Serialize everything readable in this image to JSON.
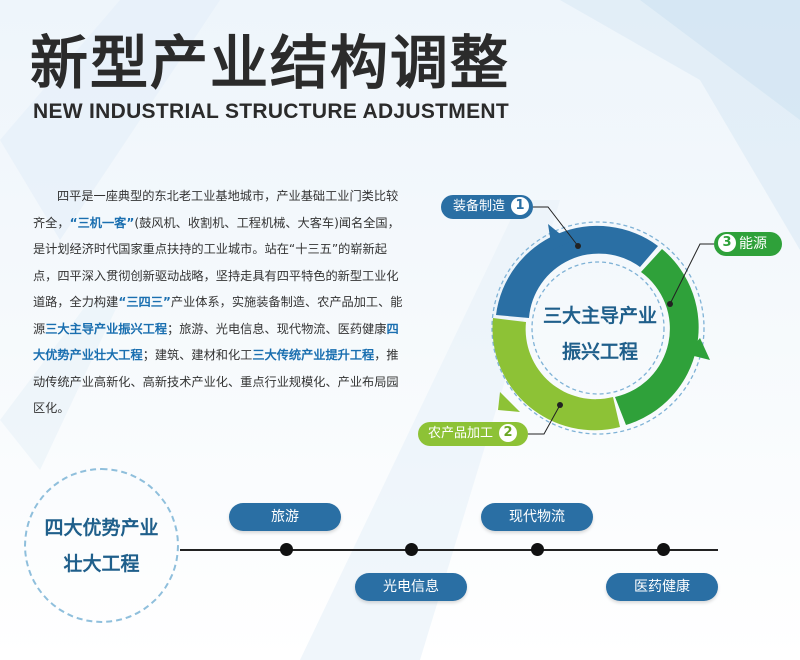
{
  "header": {
    "title_cn": "新型产业结构调整",
    "title_en": "NEW INDUSTRIAL STRUCTURE ADJUSTMENT"
  },
  "paragraph": {
    "p1": "四平是一座典型的东北老工业基地城市，产业基础工业门类比较齐全，",
    "h1": "“三机一客”",
    "p2": "(鼓风机、收割机、工程机械、大客车)闻名全国，是计划经济时代国家重点扶持的工业城市。站在“十三五”的崭新起点，四平深入贯彻创新驱动战略，坚持走具有四平特色的新型工业化道路，全力构建",
    "h2": "“三四三”",
    "p3": "产业体系，实施装备制造、农产品加工、能源",
    "h3": "三大主导产业振兴工程",
    "p4": "；旅游、光电信息、现代物流、医药健康",
    "h4": "四大优势产业壮大工程",
    "p5": "；建筑、建材和化工",
    "h5": "三大传统产业提升工程",
    "p6": "，推动传统产业高新化、高新技术产业化、重点行业规模化、产业布局园区化。"
  },
  "cycle": {
    "center_line1": "三大主导产业",
    "center_line2": "振兴工程",
    "items": [
      {
        "label": "装备制造",
        "num": "1",
        "color": "#2a6fa4"
      },
      {
        "label": "农产品加工",
        "num": "2",
        "color": "#8dc236"
      },
      {
        "label": "能源",
        "num": "3",
        "color": "#2fa13a"
      }
    ]
  },
  "timeline": {
    "center_line1": "四大优势产业",
    "center_line2": "壮大工程",
    "items": [
      {
        "label": "旅游"
      },
      {
        "label": "光电信息"
      },
      {
        "label": "现代物流"
      },
      {
        "label": "医药健康"
      }
    ]
  },
  "colors": {
    "blue": "#2a6fa4",
    "green": "#2fa13a",
    "light_green": "#8dc236",
    "text_dark": "#2b2b2b",
    "highlight_blue": "#1a6fb0"
  }
}
